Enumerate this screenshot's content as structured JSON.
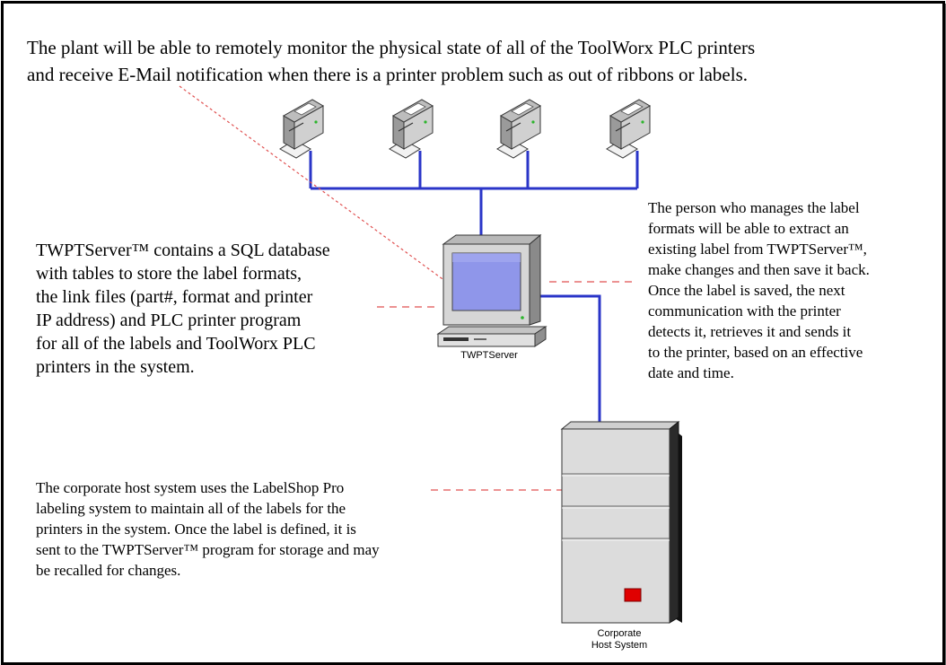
{
  "texts": {
    "top": "The plant will be able to remotely monitor the physical state of all of the ToolWorx PLC printers\nand receive E-Mail notification when there is a printer problem such as out of  ribbons or labels.",
    "left": "TWPTServer™ contains a SQL database\nwith tables to store the label formats,\nthe link files (part#, format and printer\nIP address) and PLC printer program\nfor all of the labels and ToolWorx PLC\nprinters in the system.",
    "right": "The person who manages the label\nformats will be able to extract an\nexisting label from TWPTServer™,\nmake changes and then save it back.\nOnce the label is saved, the next\ncommunication with the printer\ndetects it, retrieves it and sends it\nto the printer, based on an effective\ndate and time.",
    "bottom": "The corporate host system uses the LabelShop Pro\nlabeling system to maintain all of the labels for the\nprinters in the system. Once the label is defined, it is\nsent to the TWPTServer™ program for storage and may\nbe recalled for changes."
  },
  "captions": {
    "server": "TWPTServer",
    "host": "Corporate\nHost System"
  },
  "colors": {
    "network_line": "#2a35c8",
    "callout_dash": "#e05050",
    "screen": "#8f96ea",
    "led": "#e00000"
  },
  "icons": [
    "printer-icon",
    "computer-icon",
    "server-tower-icon"
  ]
}
